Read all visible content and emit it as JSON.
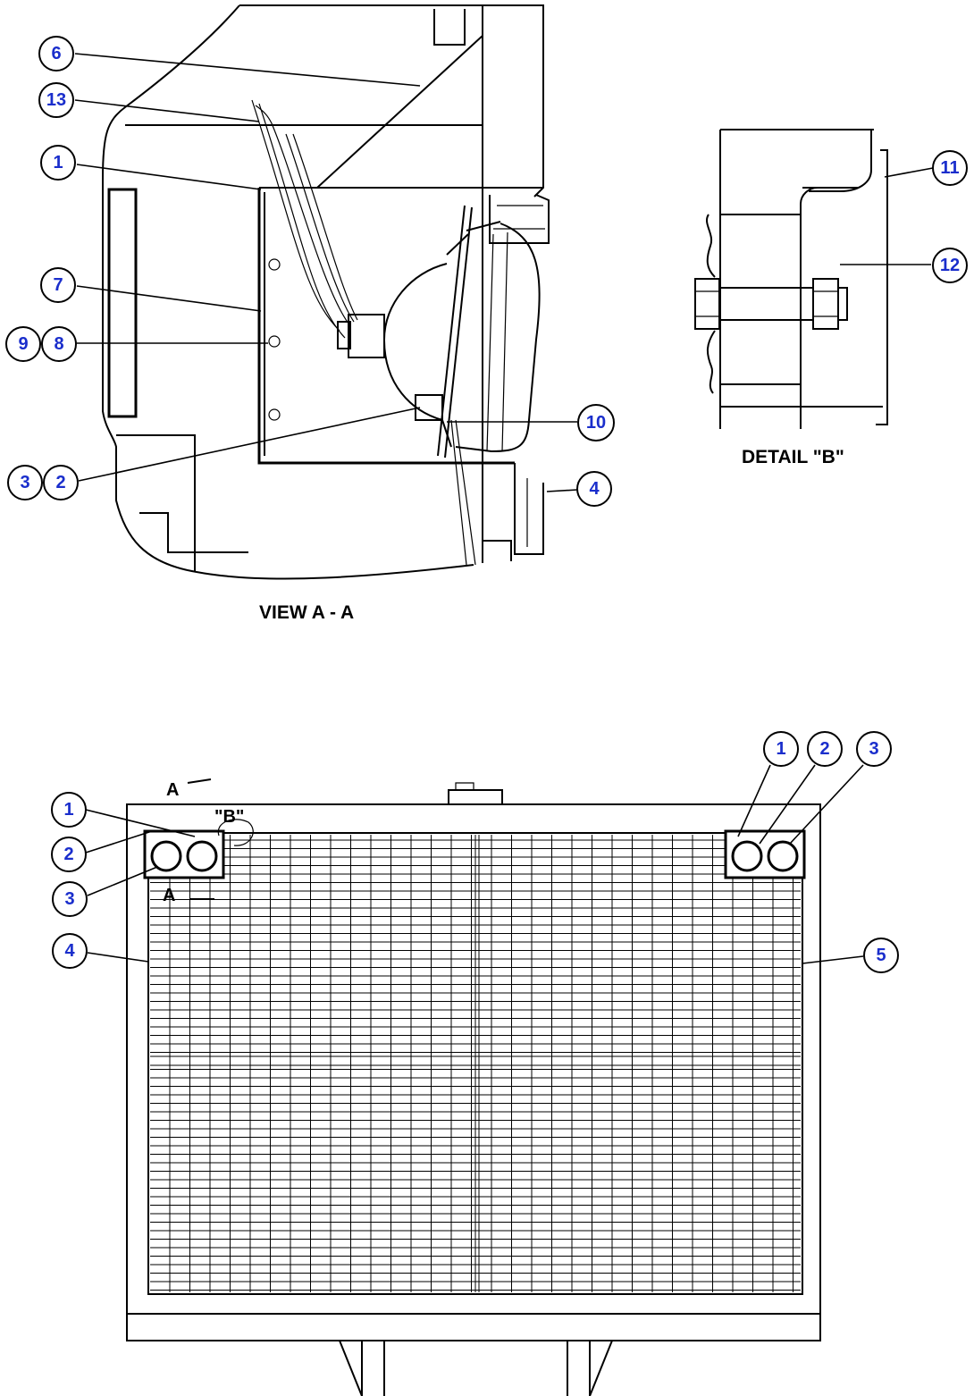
{
  "views": {
    "view_aa": {
      "caption": "VIEW A - A"
    },
    "detail_b": {
      "caption": "DETAIL \"B\""
    },
    "front": {
      "section_mark_top": "A",
      "section_mark_bottom": "A",
      "detail_ref": "\"B\""
    }
  },
  "callouts": {
    "view_aa": [
      "6",
      "13",
      "1",
      "7",
      "9",
      "8",
      "3",
      "2",
      "10",
      "4"
    ],
    "detail_b": [
      "11",
      "12"
    ],
    "front": [
      "1",
      "2",
      "3",
      "1",
      "2",
      "3",
      "4",
      "5"
    ]
  },
  "colors": {
    "callout_text": "#1a2ecc",
    "line": "#000000",
    "background": "#ffffff"
  }
}
